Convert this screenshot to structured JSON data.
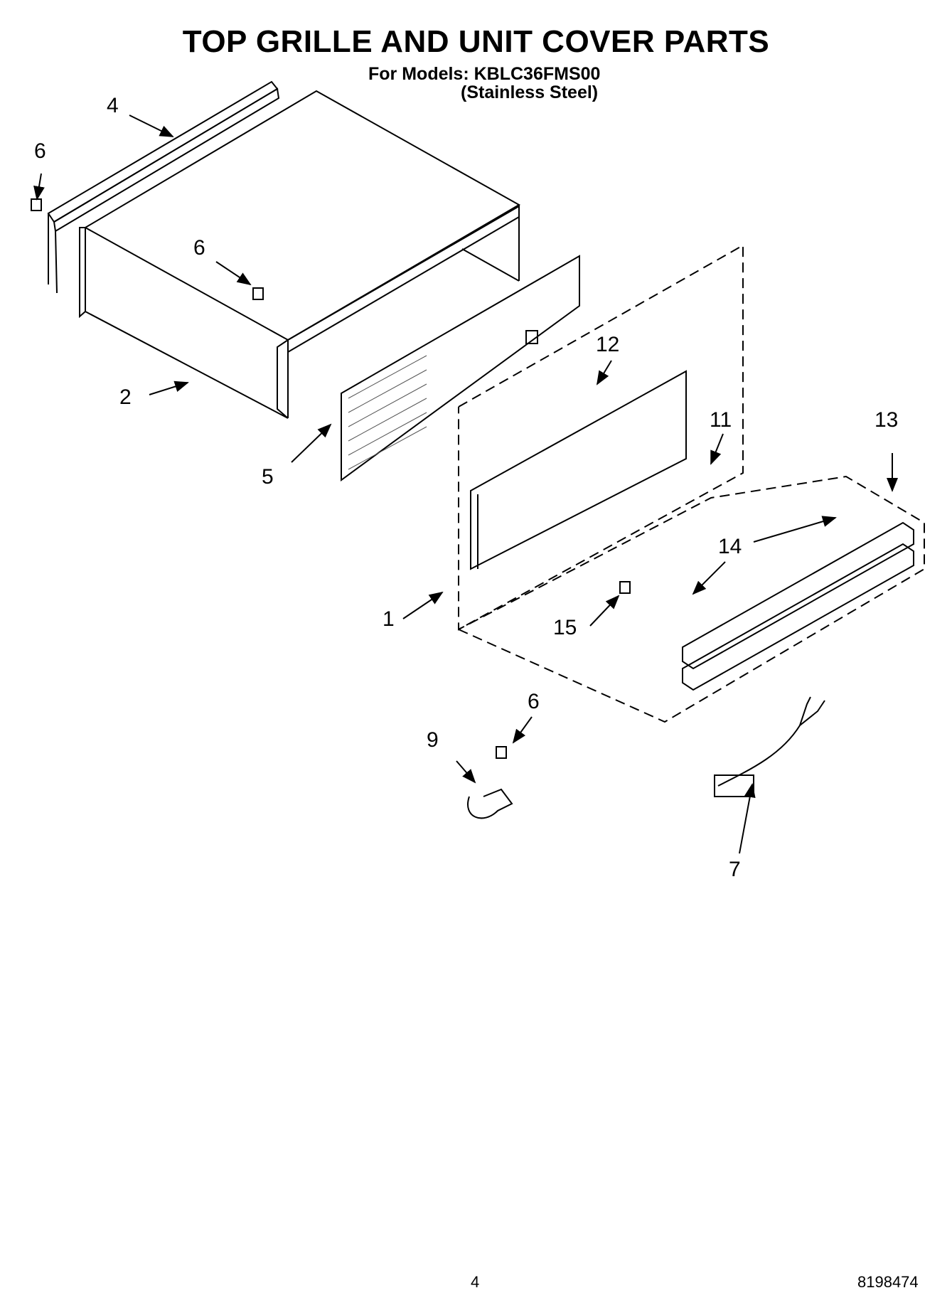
{
  "header": {
    "title": "TOP GRILLE AND UNIT COVER PARTS",
    "models_line": "For Models: KBLC36FMS00",
    "finish_line": "(Stainless Steel)"
  },
  "callouts": [
    "1",
    "2",
    "4",
    "5",
    "6",
    "6",
    "6",
    "7",
    "9",
    "11",
    "12",
    "13",
    "14",
    "15"
  ],
  "footer": {
    "page_number": "4",
    "document_number": "8198474"
  }
}
